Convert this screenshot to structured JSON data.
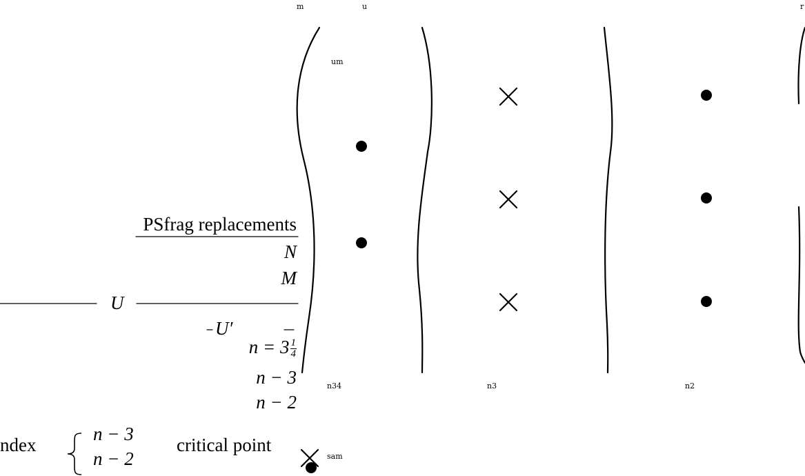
{
  "frag_labels": {
    "m_top": "m",
    "u_top": "u",
    "r_top": "r",
    "um": "um",
    "n34": "n34",
    "n3": "n3",
    "n2": "n2",
    "sam": "sam"
  },
  "replacements": {
    "header": "PSfrag replacements",
    "N": "N",
    "M": "M",
    "U": "U",
    "U_prime": "U′",
    "n_three_quarter_prefix": "n = 3",
    "frac_num": "1",
    "frac_den": "4",
    "n_minus_3": "n − 3",
    "n_minus_2": "n − 2"
  },
  "legend": {
    "index_label": "ndex",
    "brace": "{",
    "n_minus_3": "n − 3",
    "n_minus_2": "n − 2",
    "critical_point": "critical point",
    "cross_symbol": "×"
  },
  "markers": {
    "dots_col1": [
      212,
      352
    ],
    "crosses_col2": [
      140,
      289,
      438
    ],
    "dots_col3": [
      138,
      287,
      437
    ]
  },
  "colors": {
    "ink": "#000000",
    "background": "#ffffff"
  }
}
